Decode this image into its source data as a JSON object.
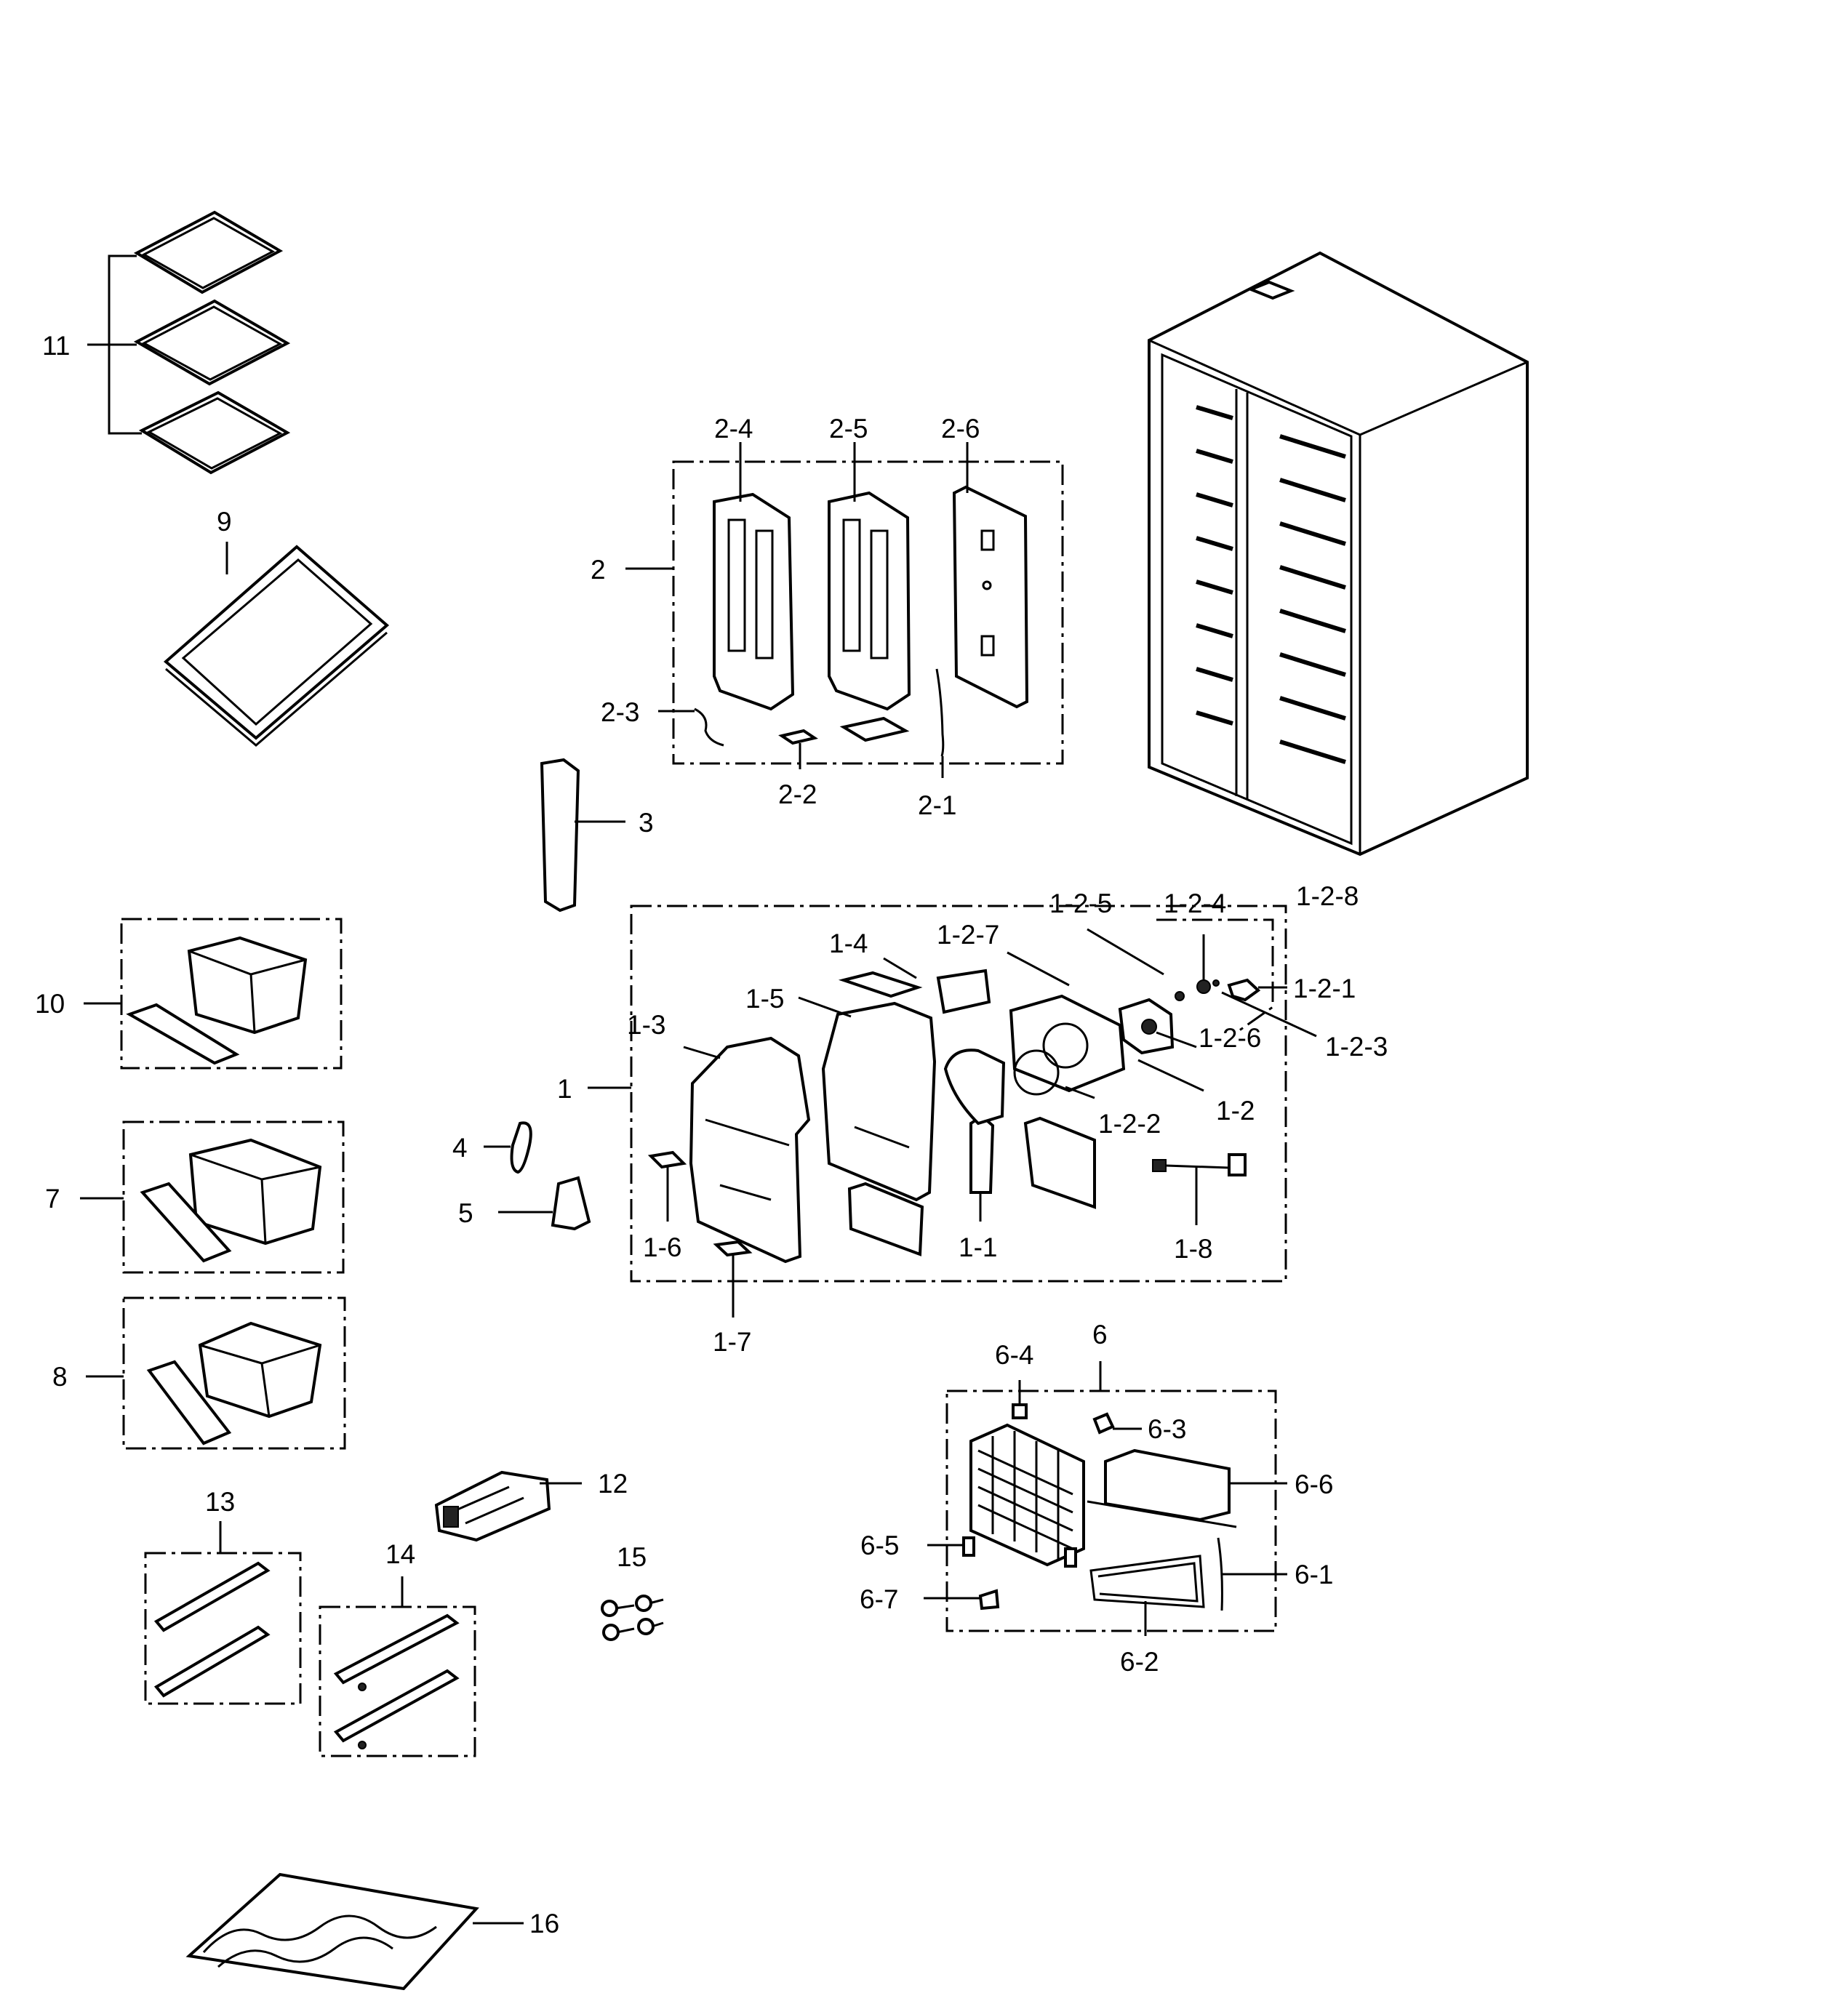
{
  "labels": {
    "l11": "11",
    "l9": "9",
    "l2": "2",
    "l2_1": "2-1",
    "l2_2": "2-2",
    "l2_3": "2-3",
    "l2_4": "2-4",
    "l2_5": "2-5",
    "l2_6": "2-6",
    "l3": "3",
    "l10": "10",
    "l7": "7",
    "l8": "8",
    "l4": "4",
    "l5": "5",
    "l1": "1",
    "l1_1": "1-1",
    "l1_2": "1-2",
    "l1_3": "1-3",
    "l1_4": "1-4",
    "l1_5": "1-5",
    "l1_6": "1-6",
    "l1_7": "1-7",
    "l1_8": "1-8",
    "l1_2_1": "1-2-1",
    "l1_2_2": "1-2-2",
    "l1_2_3": "1-2-3",
    "l1_2_4": "1-2-4",
    "l1_2_5": "1-2-5",
    "l1_2_6": "1-2-6",
    "l1_2_7": "1-2-7",
    "l1_2_8": "1-2-8",
    "l6": "6",
    "l6_1": "6-1",
    "l6_2": "6-2",
    "l6_3": "6-3",
    "l6_4": "6-4",
    "l6_5": "6-5",
    "l6_6": "6-6",
    "l6_7": "6-7",
    "l12": "12",
    "l13": "13",
    "l14": "14",
    "l15": "15",
    "l16": "16"
  }
}
